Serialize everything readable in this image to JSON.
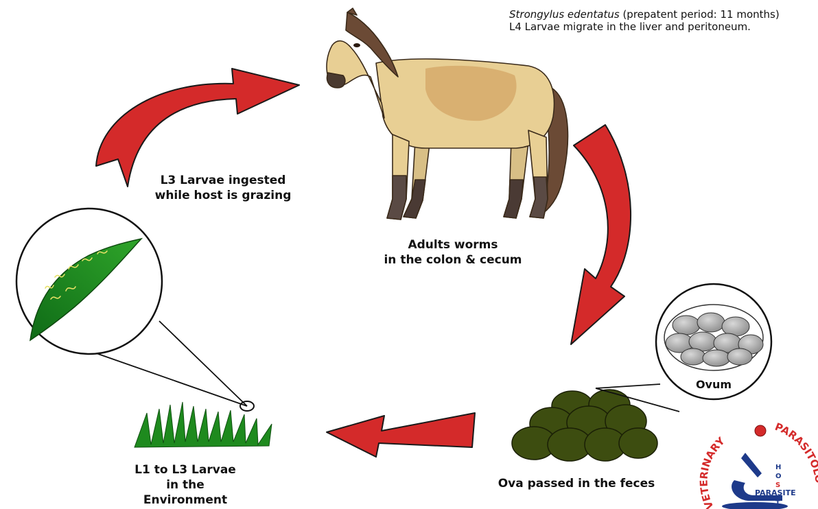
{
  "header_note": {
    "species": "Strongylus edentatus",
    "prepatent": "(prepatent period: 11 months)",
    "migration": "L4 Larvae migrate in the liver and peritoneum."
  },
  "stages": {
    "adults": [
      "Adults worms",
      "in the colon & cecum"
    ],
    "ova": [
      "Ova passed in the feces"
    ],
    "environment": [
      "L1 to L3 Larvae",
      "in the",
      "Environment"
    ],
    "ingestion": [
      "L3 Larvae ingested",
      "while host is grazing"
    ]
  },
  "callouts": {
    "ovum": "Ovum"
  },
  "logo": {
    "arc_left": "VETERINARY",
    "arc_right": "PARASITOLO",
    "word": "PARASITE",
    "host_letters": [
      "H",
      "O",
      "S",
      "T"
    ]
  },
  "colors": {
    "arrow": "#d42a2a",
    "feces": "#3d4d10",
    "grass": "#1e8a1e",
    "horse_body": "#e8cf94",
    "mane": "#6b4a35"
  }
}
